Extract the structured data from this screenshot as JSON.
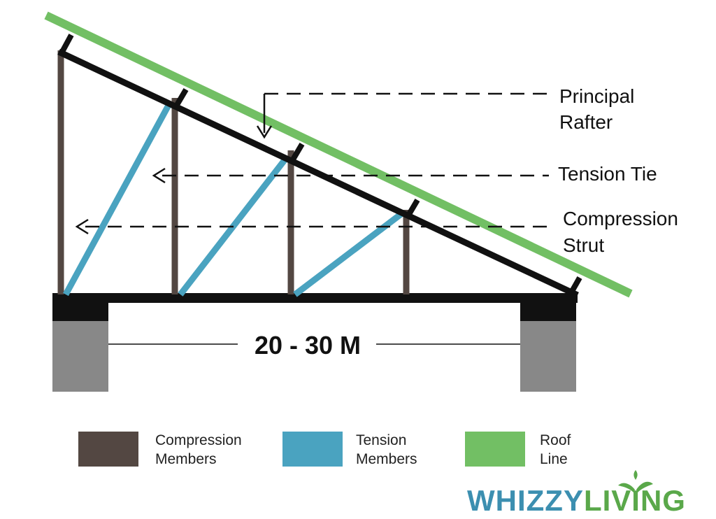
{
  "labels": {
    "principal_rafter": [
      "Principal",
      "Rafter"
    ],
    "tension_tie": "Tension Tie",
    "compression_strut": [
      "Compression",
      "Strut"
    ],
    "span": "20 - 30 M"
  },
  "legend": [
    {
      "lines": [
        "Compression",
        "Members"
      ],
      "color": "#534742"
    },
    {
      "lines": [
        "Tension",
        "Members"
      ],
      "color": "#4aa3c0"
    },
    {
      "lines": [
        "Roof",
        "Line"
      ],
      "color": "#72bf64"
    }
  ],
  "logo": {
    "part1": "WHIZZY",
    "part2": "LIVING"
  },
  "colors": {
    "roof": "#72bf64",
    "rafter": "#111111",
    "compression": "#534742",
    "tension": "#4aa3c0",
    "support": "#888888",
    "beam": "#111111"
  }
}
